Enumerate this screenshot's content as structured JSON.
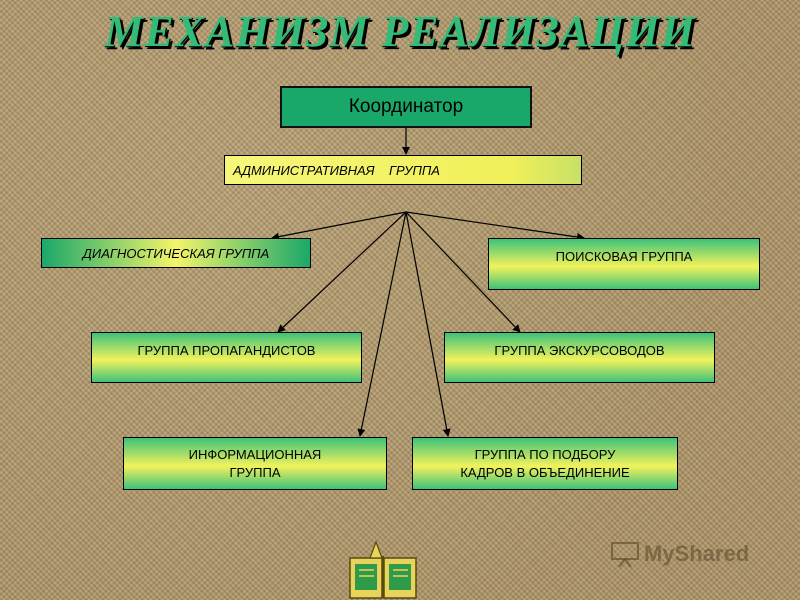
{
  "title": "МЕХАНИЗМ РЕАЛИЗАЦИИ",
  "colors": {
    "title": "#33bb77",
    "box_green": "#1aa86a",
    "box_yellow": "#f4f46a",
    "connector": "#000000"
  },
  "nodes": {
    "coordinator": "Координатор",
    "admin": "АДМИНИСТРАТИВНАЯ    ГРУППА",
    "diagnostic": "ДИАГНОСТИЧЕСКАЯ ГРУППА",
    "search": "ПОИСКОВАЯ ГРУППА",
    "propaganda": "ГРУППА ПРОПАГАНДИСТОВ",
    "excursion": "ГРУППА ЭКСКУРСОВОДОВ",
    "info_line1": "ИНФОРМАЦИОННАЯ",
    "info_line2": "ГРУППА",
    "personnel_line1": "ГРУППА ПО ПОДБОРУ",
    "personnel_line2": "КАДРОВ В ОБЪЕДИНЕНИЕ"
  },
  "edges": [
    {
      "from": "coordinator",
      "to": "admin"
    },
    {
      "from": "admin",
      "to": "diagnostic"
    },
    {
      "from": "admin",
      "to": "search"
    },
    {
      "from": "admin",
      "to": "propaganda"
    },
    {
      "from": "admin",
      "to": "excursion"
    },
    {
      "from": "admin",
      "to": "info"
    },
    {
      "from": "admin",
      "to": "personnel"
    }
  ],
  "logo_icon": "book-icon",
  "watermark": {
    "text": "MyShared",
    "icon": "presentation-board-icon"
  }
}
